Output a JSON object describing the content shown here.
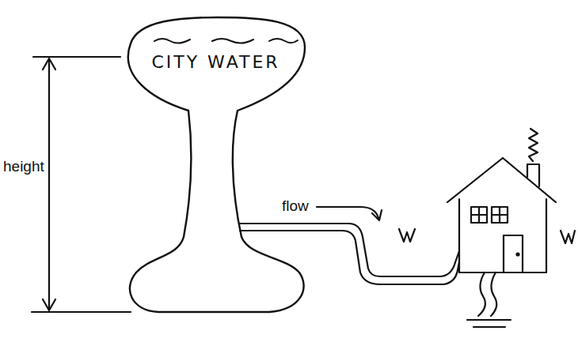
{
  "diagram": {
    "nodes": [
      {
        "text": [
          "CITY WATER"
        ]
      }
    ],
    "labels": [
      "height",
      "flow"
    ]
  }
}
